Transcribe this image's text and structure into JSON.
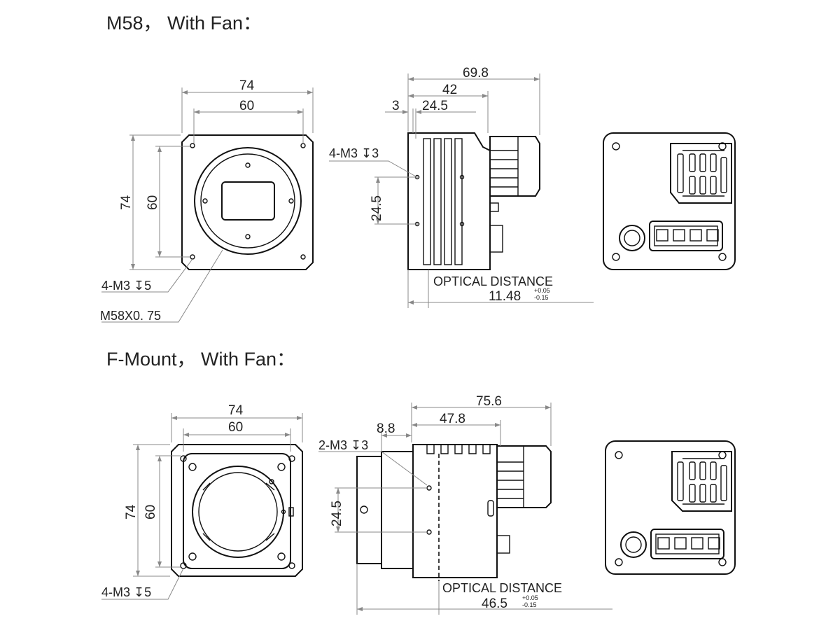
{
  "sections": [
    {
      "title": "M58， With Fan：",
      "front": {
        "width_outer": "74",
        "width_inner": "60",
        "height_outer": "74",
        "height_inner": "60",
        "hole_note": "4-M3 ↧5",
        "thread_note": "M58X0. 75"
      },
      "side": {
        "length_total": "69.8",
        "length_body": "42",
        "offset": "3",
        "hole_pitch": "24.5",
        "hole_note": "4-M3 ↧3",
        "vertical_pitch": "24.5",
        "optical_label": "OPTICAL DISTANCE",
        "optical_value": "11.48",
        "tol_plus": "+0.05",
        "tol_minus": "-0.15"
      }
    },
    {
      "title": "F-Mount， With Fan：",
      "front": {
        "width_outer": "74",
        "width_inner": "60",
        "height_outer": "74",
        "height_inner": "60",
        "hole_note": "4-M3 ↧5"
      },
      "side": {
        "length_total": "75.6",
        "length_body": "47.8",
        "offset": "8.8",
        "hole_note": "2-M3 ↧3",
        "vertical_pitch": "24.5",
        "optical_label": "OPTICAL DISTANCE",
        "optical_value": "46.5",
        "tol_plus": "+0.05",
        "tol_minus": "-0.15"
      }
    }
  ]
}
